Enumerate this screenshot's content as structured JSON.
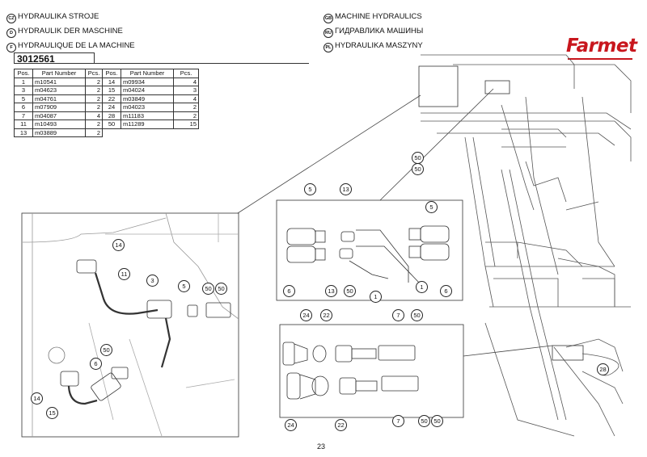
{
  "header": {
    "left": [
      {
        "code": "CZ",
        "text": "HYDRAULIKA STROJE"
      },
      {
        "code": "D",
        "text": "HYDRAULIK DER MASCHINE"
      },
      {
        "code": "F",
        "text": "HYDRAULIQUE DE LA MACHINE"
      }
    ],
    "right": [
      {
        "code": "GB",
        "text": "MACHINE HYDRAULICS"
      },
      {
        "code": "RU",
        "text": "ГИДРАВЛИКА МАШИНЫ"
      },
      {
        "code": "PL",
        "text": "HYDRAULIKA MASZYNY"
      }
    ],
    "logo": "Farmet",
    "brand_color": "#c8161d"
  },
  "assembly_code": "3012561",
  "parts_table": {
    "headers": [
      "Pos.",
      "Part Number",
      "Pcs.",
      "Pos.",
      "Part Number",
      "Pcs."
    ],
    "rows": [
      [
        "1",
        "m10541",
        "2",
        "14",
        "m09934",
        "4"
      ],
      [
        "3",
        "m04623",
        "2",
        "15",
        "m04024",
        "3"
      ],
      [
        "5",
        "m04761",
        "2",
        "22",
        "m03849",
        "4"
      ],
      [
        "6",
        "m07909",
        "2",
        "24",
        "m04023",
        "2"
      ],
      [
        "7",
        "m04087",
        "4",
        "28",
        "m11183",
        "2"
      ],
      [
        "11",
        "m10493",
        "2",
        "50",
        "m11289",
        "15"
      ],
      [
        "13",
        "m03889",
        "2",
        "",
        "",
        ""
      ]
    ]
  },
  "callouts": {
    "left_detail": [
      "14",
      "11",
      "3",
      "5",
      "50",
      "50",
      "50",
      "6",
      "14",
      "15"
    ],
    "top_right_detail": [
      "50",
      "50",
      "5",
      "13",
      "5",
      "6",
      "13",
      "50",
      "1",
      "1",
      "6"
    ],
    "bottom_right_detail": [
      "24",
      "22",
      "7",
      "50",
      "24",
      "22",
      "7",
      "50",
      "50"
    ],
    "frame": [
      "28"
    ]
  },
  "page_number": "23"
}
